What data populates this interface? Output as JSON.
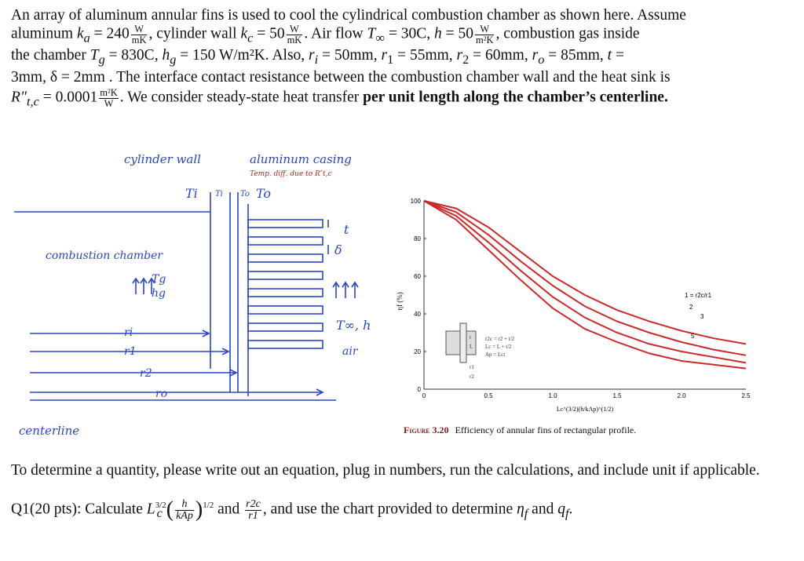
{
  "intro": {
    "s1": "An array of aluminum annular fins is used to cool the cylindrical combustion chamber as shown here. Assume",
    "s2a": "aluminum",
    "ka_sym": "k",
    "ka_sub": "a",
    "ka_val": " = 240",
    "unit_num": "W",
    "unit_mK": "mK",
    "s2b": ", cylinder wall",
    "kc_sym": "k",
    "kc_sub": "c",
    "kc_val": " = 50",
    "s2c": ". Air flow",
    "tinf": "T",
    "tinf_sub": "∞",
    "tinf_val": " = 30C,",
    "h_sym": "h",
    "h_val": " = 50",
    "unit_m2K": "m²K",
    "s2d": ", combustion gas inside",
    "s3a": "the chamber",
    "tg_sym": "T",
    "tg_sub": "g",
    "tg_val": " = 830C,",
    "hg_sym": "h",
    "hg_sub": "g",
    "hg_val": " = 150 W/m²K. Also,",
    "ri": "r",
    "ri_sub": "i",
    "ri_val": " = 50mm,",
    "r1": "r",
    "r1_sub": "1",
    "r1_val": " = 55mm,",
    "r2": "r",
    "r2_sub": "2",
    "r2_val": " = 60mm,",
    "ro": "r",
    "ro_sub": "o",
    "ro_val": " = 85mm,",
    "t_sym": "t",
    "t_val": " =",
    "s4": "3mm, δ = 2mm . The interface contact resistance between the combustion chamber wall and the heat sink is",
    "rtc": "R″",
    "rtc_sub": "t,c",
    "rtc_val": " = 0.0001",
    "rtc_num": "m²K",
    "rtc_den": "W",
    "s5a": ". We consider steady-state heat transfer",
    "s5b": "per unit length along the chamber’s centerline."
  },
  "sketch": {
    "cylinder_wall": "cylinder wall",
    "aluminum_casing": "aluminum casing",
    "temp_diff": "Temp. diff. due to R″t,c",
    "Ti": "Ti",
    "Ti_small": "Ti",
    "To_small": "To",
    "To_big": "To",
    "t_label": "t",
    "delta_label": "δ",
    "combustion_chamber": "combustion chamber",
    "Tg": "Tg",
    "hg": "hg",
    "Tinf_h": "T∞, h",
    "air": "air",
    "ri": "ri",
    "r1": "r1",
    "r2": "r2",
    "ro": "ro",
    "centerline": "centerline"
  },
  "chart_data": {
    "type": "line",
    "x": [
      0,
      0.25,
      0.5,
      0.75,
      1.0,
      1.25,
      1.5,
      1.75,
      2.0,
      2.25,
      2.5
    ],
    "series": [
      {
        "name": "1",
        "values": [
          100,
          96,
          86,
          73,
          60,
          50,
          42,
          36,
          31,
          27,
          24
        ]
      },
      {
        "name": "2",
        "values": [
          100,
          94,
          82,
          68,
          55,
          44,
          36,
          30,
          25,
          21,
          18
        ]
      },
      {
        "name": "3",
        "values": [
          100,
          92,
          78,
          63,
          49,
          38,
          30,
          24,
          20,
          17,
          14
        ]
      },
      {
        "name": "5",
        "values": [
          100,
          90,
          74,
          58,
          43,
          32,
          25,
          19,
          15,
          13,
          11
        ]
      }
    ],
    "curve_label_prefix": "1 = r2c/r1",
    "xlabel": "Lc^(3/2)(h/kAp)^(1/2)",
    "ylabel": "ηf (%)",
    "xlim": [
      0,
      2.5
    ],
    "ylim": [
      0,
      100
    ],
    "x_ticks": [
      "0",
      "0.5",
      "1.0",
      "1.5",
      "2.0",
      "2.5"
    ],
    "y_ticks": [
      "0",
      "20",
      "40",
      "60",
      "80",
      "100"
    ],
    "inset": {
      "l1": "r2c = r2 + t/2",
      "l2": "Lc = L + t/2",
      "l3": "Ap = Lct",
      "t": "t",
      "L": "L",
      "r1": "r1",
      "r2": "r2"
    },
    "grid": false,
    "colors": {
      "curve": "#cc2a2a",
      "axis": "#333333"
    }
  },
  "caption": {
    "figure": "Figure 3.20",
    "text": "Efficiency of annular fins of rectangular profile."
  },
  "instructions": "To determine a quantity, please write out an equation, plug in numbers, run the calculations, and include unit if applicable.",
  "question": {
    "a": "Q1(20 pts): Calculate",
    "Lc": "L",
    "Lc_sub": "c",
    "Lc_exp": "3/2",
    "h": "h",
    "kAp": "kAp",
    "exp_half": "1/2",
    "and1": "and",
    "r2c": "r2c",
    "r1": "r1",
    "b": ", and use the chart provided to determine",
    "eta": "η",
    "eta_sub": "f",
    "and2": "and",
    "q": "q",
    "q_sub": "f",
    "end": "."
  }
}
